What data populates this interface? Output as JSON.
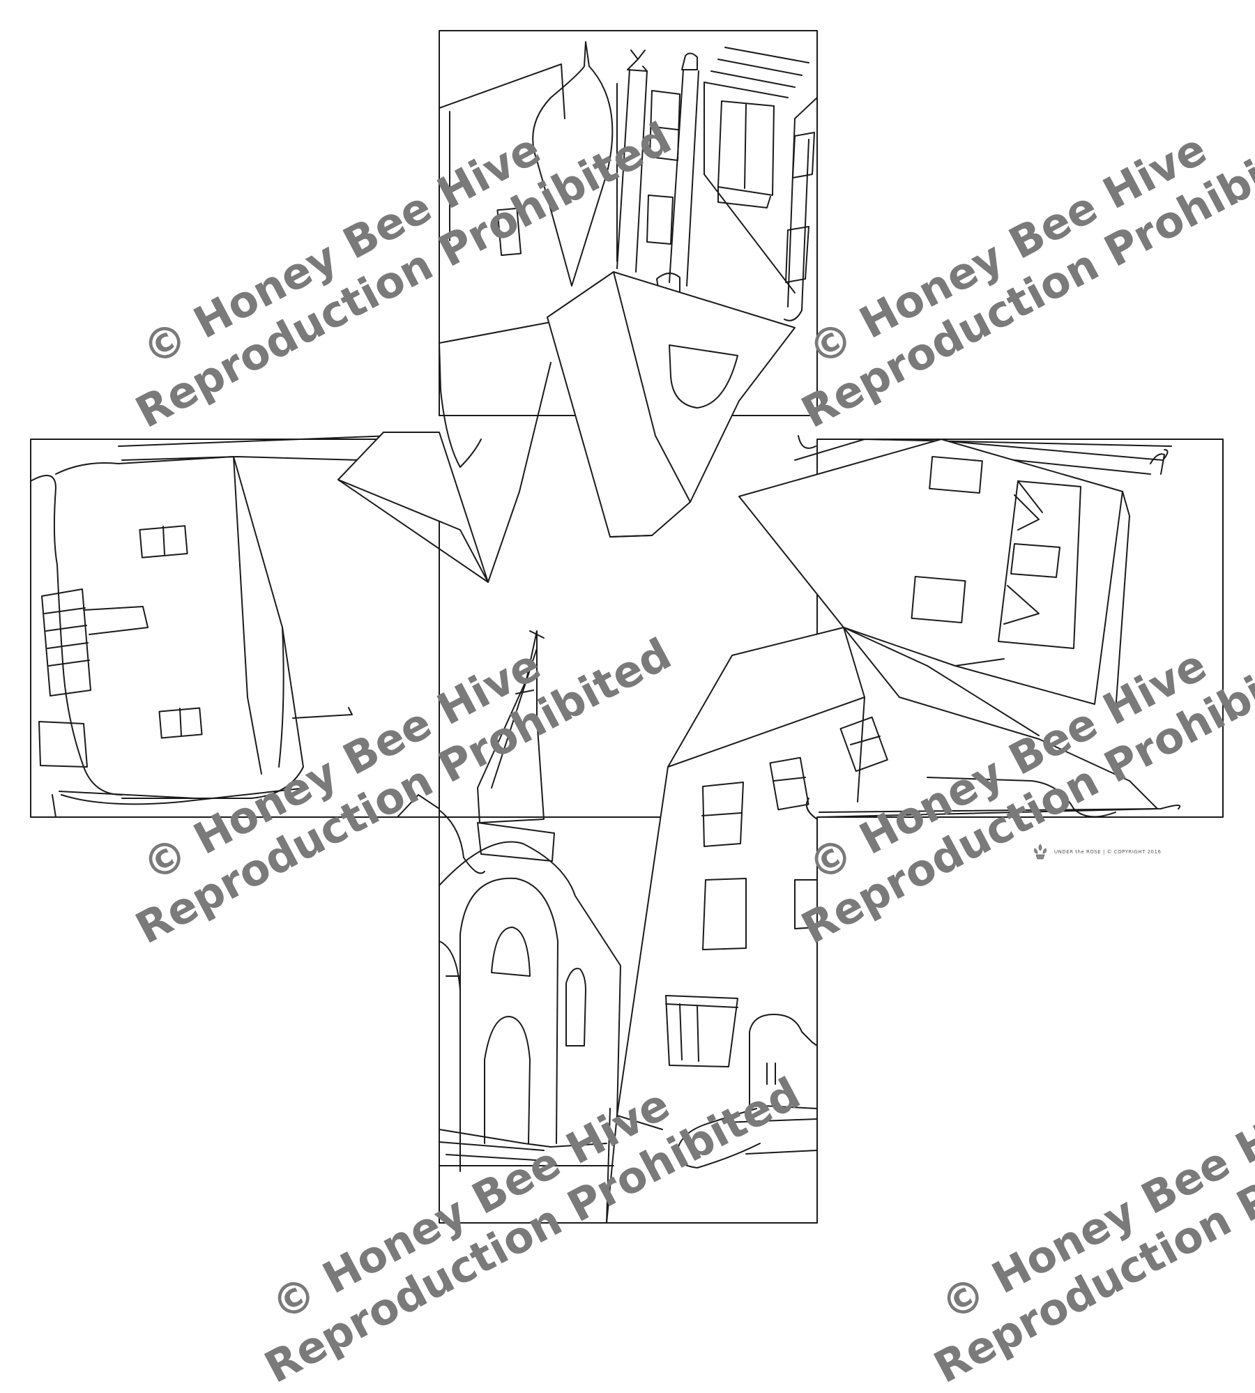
{
  "watermark": {
    "line1": "© Honey Bee Hive",
    "line2": "Reproduction Prohibited",
    "color": "#7a7a7a"
  },
  "publisher_mark": {
    "text": "UNDER the ROSE | © COPYRIGHT 2016",
    "icon": "fleur-emblem-icon"
  },
  "colors": {
    "background": "#ffffff",
    "line": "#1a1a1a"
  }
}
